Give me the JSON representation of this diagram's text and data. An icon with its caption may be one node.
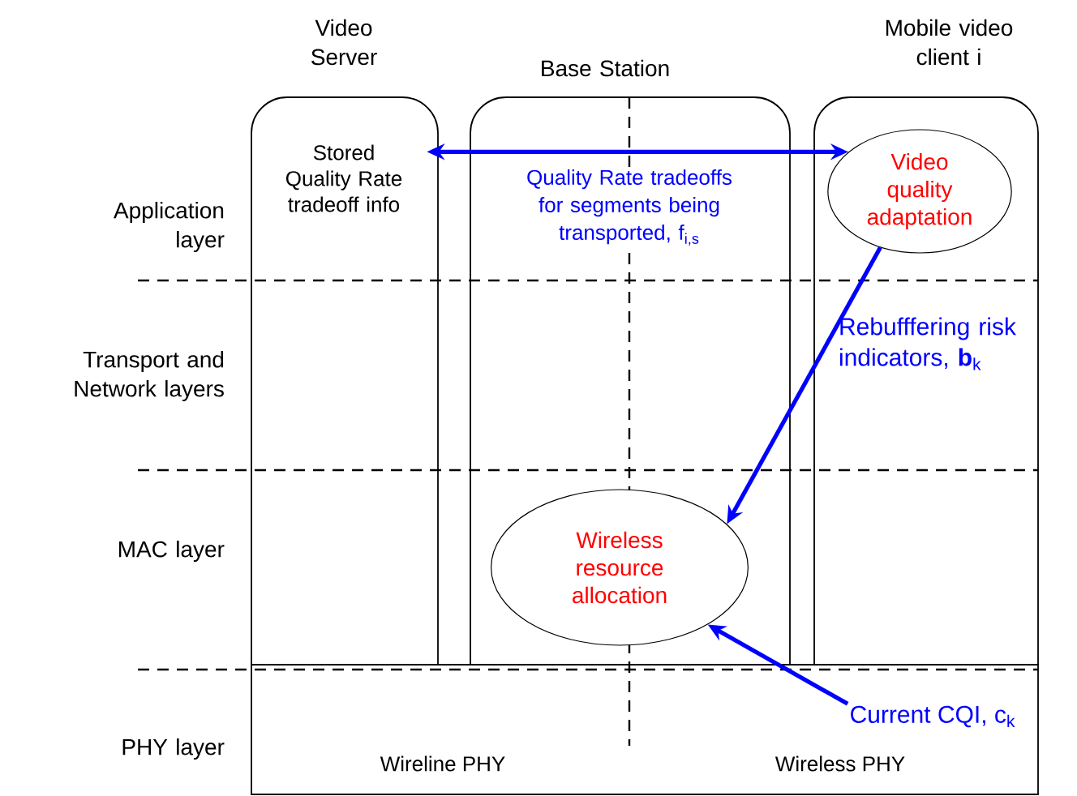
{
  "diagram": {
    "nodes": [
      {
        "text": [
          "Video Server"
        ]
      },
      {
        "text": [
          "Stored Quality Rate tradeoff info"
        ],
        "in": 0
      },
      {
        "text": [
          "Base Station"
        ]
      },
      {
        "text": [
          "Mobile video client i"
        ]
      },
      {
        "text": [
          "Video quality adaptation"
        ],
        "in": 3
      },
      {
        "text": [
          "Wireless resource allocation"
        ],
        "in": 2
      },
      {
        "text": [
          "Wireline PHY",
          "Wireless PHY"
        ]
      },
      {
        "text": [
          "Current CQI, c$_{k}$"
        ],
        "in": 6
      }
    ],
    "edges": [
      {
        "from": 1,
        "to": 4,
        "arrow": "both",
        "label": "Quality Rate tradeoffs for segments being transported,  f$_{i,s}$"
      },
      {
        "from": 4,
        "to": 5,
        "arrow": "to",
        "label": "Rebufffering risk indicators, **b**$_{k}$"
      },
      {
        "from": 7,
        "to": 5,
        "arrow": "to"
      }
    ],
    "labels": [
      "Application layer",
      "Transport and Network layers",
      "MAC layer",
      "PHY layer"
    ]
  }
}
